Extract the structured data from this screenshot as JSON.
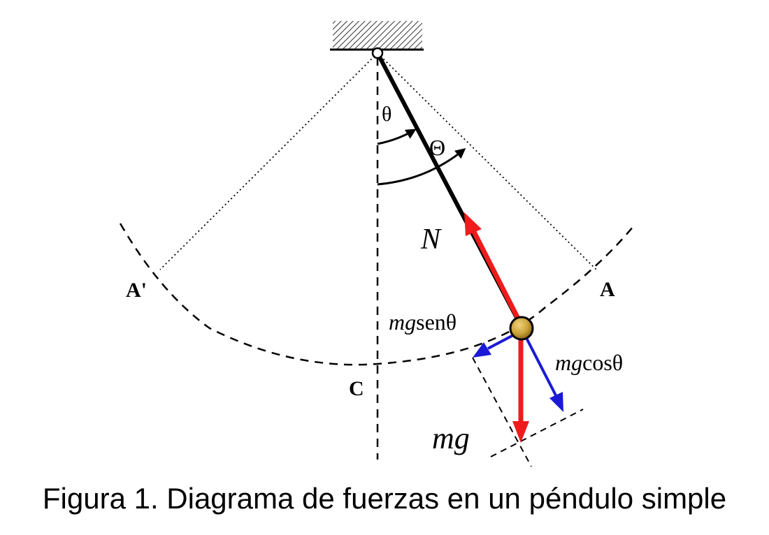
{
  "labels": {
    "theta": "θ",
    "Theta": "Θ",
    "N": "N",
    "A_prime": "A'",
    "A": "A",
    "C": "C",
    "mgsen_italic": "mg",
    "mgsen_rest": "senθ",
    "mgcos_italic": "mg",
    "mgcos_rest": "cosθ",
    "mg": "mg"
  },
  "caption": "Figura 1. Diagrama de fuerzas en un péndulo simple",
  "colors": {
    "normal_force": "#ee1c1c",
    "weight": "#ee1c1c",
    "components": "#1a1ad6",
    "bob": "#c9a23a",
    "string": "#000000"
  }
}
